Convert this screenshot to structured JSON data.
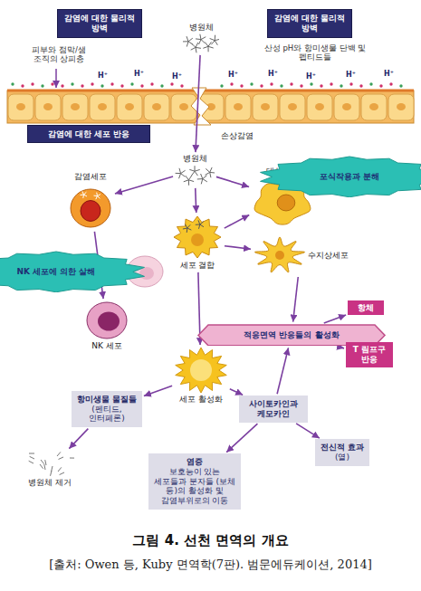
{
  "diagram": {
    "caption": "그림 4. 선천 면역의 개요",
    "nodes": [
      {
        "text": [
          "감염에 대한 물리적 방벽"
        ]
      },
      {
        "text": [
          "감염에 대한 물리적 방벽"
        ]
      },
      {
        "text": [
          "병원체"
        ]
      },
      {
        "text": [
          "감염에 대한 세포 반응"
        ]
      },
      {
        "text": [
          "병원체"
        ]
      },
      {
        "text": [
          "감염세포"
        ]
      },
      {
        "text": [
          "대식세포"
        ]
      },
      {
        "text": [
          "포식작용과 분해"
        ]
      },
      {
        "text": [
          "세포 결합"
        ]
      },
      {
        "text": [
          "수지상세포"
        ]
      },
      {
        "text": [
          "NK 세포에 의한 살해"
        ]
      },
      {
        "text": [
          "NK 세포"
        ]
      },
      {
        "text": [
          "적응면역 반응들의 활성화"
        ]
      },
      {
        "text": [
          "항체"
        ]
      },
      {
        "text": [
          "T 림프구 반응"
        ]
      },
      {
        "text": [
          "세포 활성화"
        ]
      },
      {
        "text": [
          "항미생물 물질들",
          "(펜티드, 인터페론)"
        ]
      },
      {
        "text": [
          "사이토카인과 케모카인"
        ]
      },
      {
        "text": [
          "전신적 효과",
          "(열)"
        ]
      },
      {
        "text": [
          "염증",
          "보호능이 있는 세포들과 분자들 (보체 등)의 활성화 및 감염부위로의 이동"
        ]
      },
      {
        "text": [
          "병원체 제거"
        ]
      }
    ],
    "edges": [
      {
        "from": 2,
        "to": 4,
        "arrow": "to",
        "label": "손상감염"
      },
      {
        "from": 4,
        "to": 5,
        "arrow": "to"
      },
      {
        "from": 4,
        "to": 8,
        "arrow": "to"
      },
      {
        "from": 4,
        "to": 6,
        "arrow": "to"
      },
      {
        "from": 5,
        "to": 11,
        "arrow": "to"
      },
      {
        "from": 8,
        "to": 6,
        "arrow": "to"
      },
      {
        "from": 8,
        "to": 9,
        "arrow": "to"
      },
      {
        "from": 9,
        "to": 12,
        "arrow": "to"
      },
      {
        "from": 12,
        "to": 13,
        "arrow": "to"
      },
      {
        "from": 12,
        "to": 14,
        "arrow": "to"
      },
      {
        "from": 8,
        "to": 15,
        "arrow": "to"
      },
      {
        "from": 15,
        "to": 16,
        "arrow": "to"
      },
      {
        "from": 15,
        "to": 17,
        "arrow": "to"
      },
      {
        "from": 17,
        "to": 12,
        "arrow": "to"
      },
      {
        "from": 17,
        "to": 18,
        "arrow": "to"
      },
      {
        "from": 17,
        "to": 19,
        "arrow": "to"
      },
      {
        "from": 16,
        "to": 20,
        "arrow": "to"
      }
    ],
    "labels": [
      "피부와 점막/샘 조직의 상피층",
      "산성 pH와 항미생물 단백 및 펩티드들",
      "H⁺",
      "H⁺",
      "H⁺",
      "H⁺",
      "H⁺",
      "H⁺",
      "H⁺",
      "H⁺",
      "[출처: Owen 등, Kuby 면역학(7판). 범문에듀케이션, 2014]"
    ]
  }
}
